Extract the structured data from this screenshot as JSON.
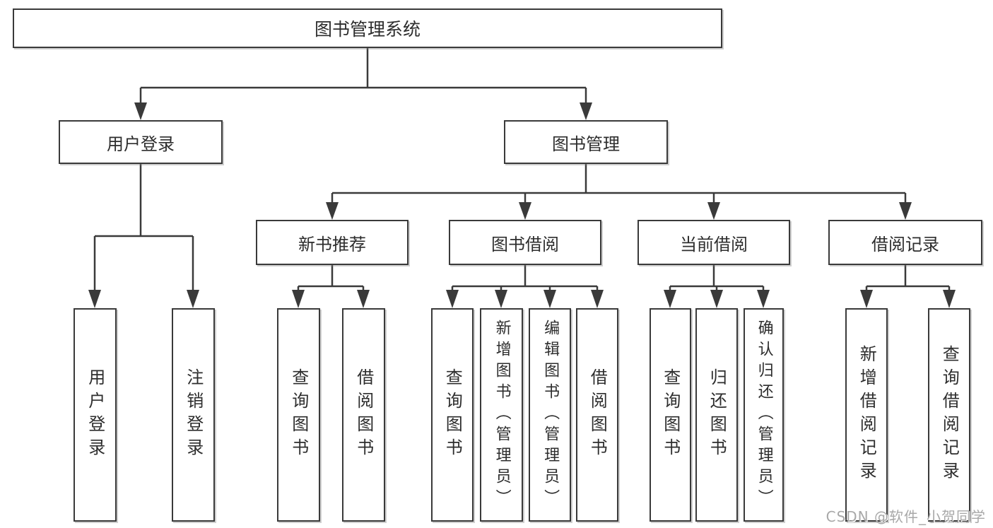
{
  "diagram": {
    "type": "hierarchy-chart",
    "watermark": "CSDN @软件_小贺同学",
    "colors": {
      "line": "#3a3a3a",
      "box_border": "#3a3a3a",
      "text": "#2d2d2d",
      "background": "#ffffff",
      "watermark": "#a8a8a8"
    }
  },
  "tree": {
    "root": {
      "label": "图书管理系统"
    },
    "branches": [
      {
        "label": "用户登录",
        "children": [
          {
            "label": "用户登录"
          },
          {
            "label": "注销登录"
          }
        ]
      },
      {
        "label": "图书管理",
        "children": [
          {
            "label": "新书推荐",
            "children": [
              {
                "label": "查询图书"
              },
              {
                "label": "借阅图书"
              }
            ]
          },
          {
            "label": "图书借阅",
            "children": [
              {
                "label": "查询图书"
              },
              {
                "label": "新增图书（管理员）"
              },
              {
                "label": "编辑图书（管理员）"
              },
              {
                "label": "借阅图书"
              }
            ]
          },
          {
            "label": "当前借阅",
            "children": [
              {
                "label": "查询图书"
              },
              {
                "label": "归还图书"
              },
              {
                "label": "确认归还（管理员）"
              }
            ]
          },
          {
            "label": "借阅记录",
            "children": [
              {
                "label": "新增借阅记录"
              },
              {
                "label": "查询借阅记录"
              }
            ]
          }
        ]
      }
    ]
  }
}
